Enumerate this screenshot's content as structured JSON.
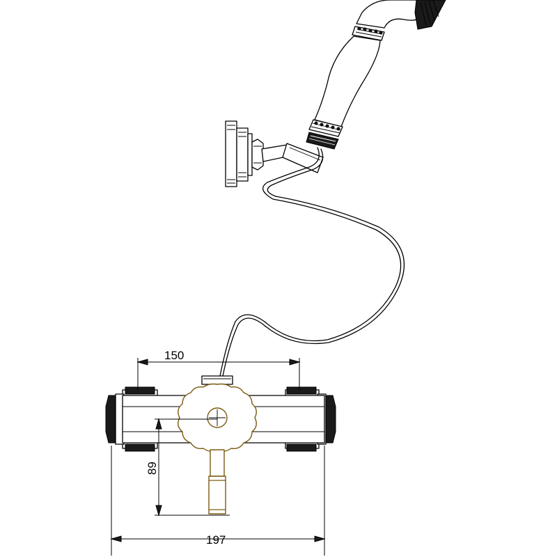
{
  "dimensions": {
    "width_between_inlets": "150",
    "outlet_height": "89",
    "overall_width": "197"
  },
  "colors": {
    "line": "#000000",
    "mixer_body": "#7a5a10",
    "background": "#ffffff"
  }
}
